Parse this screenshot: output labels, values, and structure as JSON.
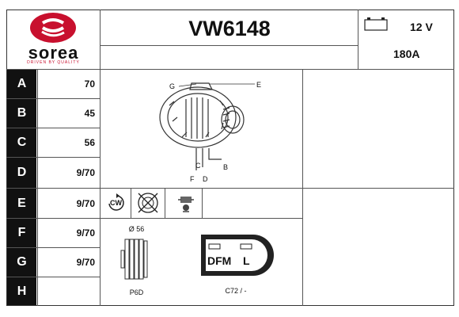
{
  "brand": {
    "name": "sorea",
    "tagline": "DRIVEN BY QUALITY",
    "color": "#c8102e"
  },
  "part_number": "VW6148",
  "specs": {
    "voltage": "12 V",
    "current": "180A"
  },
  "dimensions": [
    {
      "letter": "A",
      "value": "70"
    },
    {
      "letter": "B",
      "value": "45"
    },
    {
      "letter": "C",
      "value": "56"
    },
    {
      "letter": "D",
      "value": "9/70"
    },
    {
      "letter": "E",
      "value": "9/70"
    },
    {
      "letter": "F",
      "value": "9/70"
    },
    {
      "letter": "G",
      "value": "9/70"
    },
    {
      "letter": "H",
      "value": ""
    }
  ],
  "diagram_labels": {
    "g": "G",
    "e": "E",
    "c": "C",
    "b": "B",
    "f": "F",
    "d": "D"
  },
  "icons": {
    "rotation": "CW"
  },
  "pulley": {
    "diameter": "Ø 56",
    "type": "P6D"
  },
  "connector": {
    "label_left": "DFM",
    "label_right": "L",
    "code": "C72 / -"
  }
}
